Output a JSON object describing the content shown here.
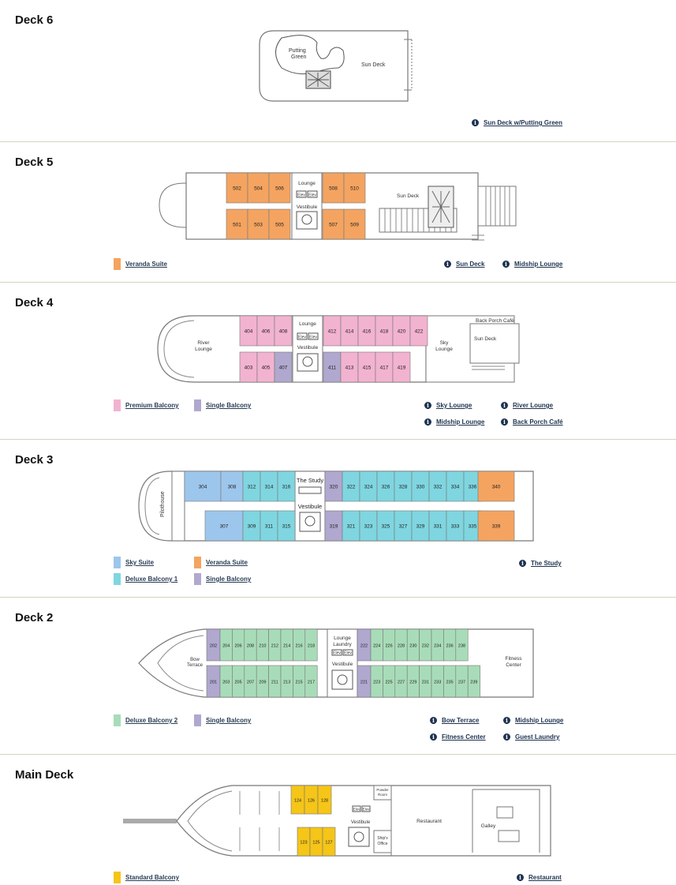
{
  "colors": {
    "veranda": "#f4a460",
    "premium_balcony": "#f2b3d0",
    "single_balcony": "#b0a8cf",
    "sky_suite": "#9dc6ec",
    "deluxe_balcony_1": "#7fd6e0",
    "deluxe_balcony_2": "#a8dcb8",
    "standard_balcony": "#f5c518",
    "info": "#1e3350"
  },
  "deck6": {
    "title": "Deck 6",
    "labels": {
      "putting_green_1": "Putting",
      "putting_green_2": "Green",
      "sun_deck": "Sun Deck"
    },
    "info": [
      "Sun Deck w/Putting Green"
    ]
  },
  "deck5": {
    "title": "Deck 5",
    "cabins_top": [
      "502",
      "504",
      "506",
      "508",
      "510"
    ],
    "cabins_bottom": [
      "501",
      "503",
      "505",
      "507",
      "509"
    ],
    "labels": {
      "lounge": "Lounge",
      "elev": "Elev",
      "vestibule": "Vestibule",
      "sun_deck": "Sun Deck"
    },
    "legend": [
      "Veranda Suite"
    ],
    "info": [
      "Sun Deck",
      "Midship Lounge"
    ]
  },
  "deck4": {
    "title": "Deck 4",
    "cabins_top": [
      "404",
      "406",
      "408",
      "412",
      "414",
      "416",
      "418",
      "420",
      "422"
    ],
    "cabins_bottom": [
      "403",
      "405",
      "407",
      "411",
      "413",
      "415",
      "417",
      "419"
    ],
    "labels": {
      "river_lounge_1": "River",
      "river_lounge_2": "Lounge",
      "lounge": "Lounge",
      "elev": "Elev",
      "vestibule": "Vestibule",
      "sky_lounge_1": "Sky",
      "sky_lounge_2": "Lounge",
      "back_porch": "Back Porch Café",
      "sun_deck": "Sun Deck"
    },
    "legend": [
      "Premium Balcony",
      "Single Balcony"
    ],
    "info": [
      "Sky Lounge",
      "River Lounge",
      "Midship Lounge",
      "Back Porch Café"
    ]
  },
  "deck3": {
    "title": "Deck 3",
    "cabins_top": [
      "304",
      "308",
      "312",
      "314",
      "316",
      "320",
      "322",
      "324",
      "326",
      "328",
      "330",
      "332",
      "334",
      "336",
      "340"
    ],
    "cabins_bottom": [
      "307",
      "309",
      "311",
      "315",
      "319",
      "321",
      "323",
      "325",
      "327",
      "329",
      "331",
      "333",
      "335",
      "339"
    ],
    "labels": {
      "pilothouse": "Pilothouse",
      "the_study": "The Study",
      "vestibule": "Vestibule"
    },
    "legend": [
      "Sky Suite",
      "Veranda Suite",
      "Deluxe Balcony 1",
      "Single Balcony"
    ],
    "info": [
      "The Study"
    ]
  },
  "deck2": {
    "title": "Deck 2",
    "cabins_top": [
      "202",
      "204",
      "206",
      "208",
      "210",
      "212",
      "214",
      "216",
      "218",
      "222",
      "224",
      "226",
      "228",
      "230",
      "232",
      "234",
      "236",
      "238"
    ],
    "cabins_bottom": [
      "201",
      "203",
      "205",
      "207",
      "209",
      "211",
      "213",
      "215",
      "217",
      "221",
      "223",
      "225",
      "227",
      "229",
      "231",
      "233",
      "235",
      "237",
      "239"
    ],
    "labels": {
      "bow_terrace_1": "Bow",
      "bow_terrace_2": "Terrace",
      "lounge": "Lounge",
      "laundry": "Laundry",
      "elev": "Elev",
      "vestibule": "Vestibule",
      "fitness_1": "Fitness",
      "fitness_2": "Center"
    },
    "legend": [
      "Deluxe Balcony 2",
      "Single Balcony"
    ],
    "info": [
      "Bow Terrace",
      "Midship Lounge",
      "Fitness Center",
      "Guest Laundry"
    ]
  },
  "main_deck": {
    "title": "Main Deck",
    "cabins_top": [
      "124",
      "126",
      "128"
    ],
    "cabins_bottom": [
      "123",
      "125",
      "127"
    ],
    "labels": {
      "powder_room_1": "Powder",
      "powder_room_2": "Room",
      "elev": "Elev",
      "vestibule": "Vestibule",
      "ships_office_1": "Ship's",
      "ships_office_2": "Office",
      "restaurant": "Restaurant",
      "galley": "Galley"
    },
    "legend": [
      "Standard Balcony"
    ],
    "info": [
      "Restaurant"
    ]
  }
}
